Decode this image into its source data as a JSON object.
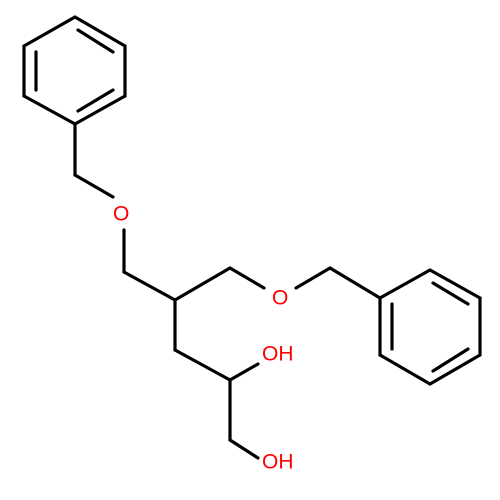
{
  "molecule": {
    "colors": {
      "bond": "#000000",
      "oxygen": "#ff0000",
      "background": "#ffffff"
    },
    "atoms": {
      "o_upper": "O",
      "o_lower": "O",
      "oh_upper": "OH",
      "oh_lower": "OH"
    }
  }
}
